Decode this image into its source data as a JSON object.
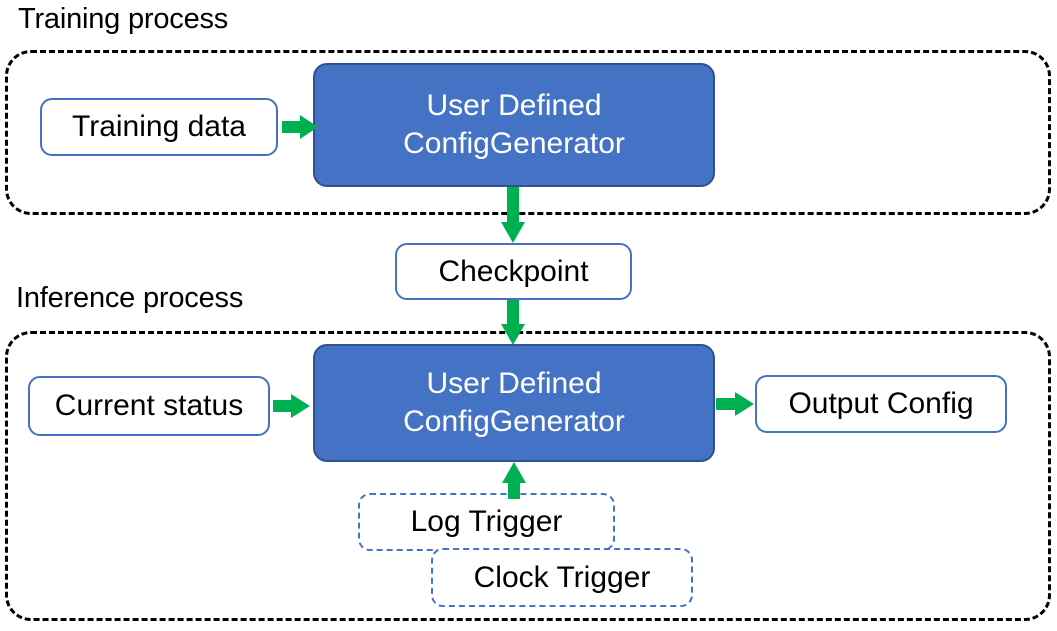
{
  "diagram": {
    "title_training": "Training process",
    "title_inference": "Inference process",
    "colors": {
      "process_fill": "#4472C4",
      "process_stroke": "#2F528F",
      "node_stroke": "#4472C4",
      "container_stroke": "#000000",
      "arrow": "#00B050",
      "text_dark": "#000000",
      "text_light": "#FFFFFF",
      "background": "#FFFFFF"
    }
  },
  "training_section": {
    "label": "Training process",
    "nodes": {
      "input": "Training data",
      "process_line1": "User Defined",
      "process_line2": "ConfigGenerator"
    }
  },
  "bridge": {
    "checkpoint": "Checkpoint"
  },
  "inference_section": {
    "label": "Inference process",
    "nodes": {
      "input": "Current status",
      "process_line1": "User Defined",
      "process_line2": "ConfigGenerator",
      "output": "Output Config",
      "trigger_log": "Log Trigger",
      "trigger_clock": "Clock Trigger"
    }
  },
  "arrows": [
    {
      "name": "training-data-to-process",
      "from": "Training data",
      "to": "User Defined ConfigGenerator",
      "direction": "right"
    },
    {
      "name": "training-process-to-checkpoint",
      "from": "User Defined ConfigGenerator",
      "to": "Checkpoint",
      "direction": "down"
    },
    {
      "name": "checkpoint-to-inference-process",
      "from": "Checkpoint",
      "to": "User Defined ConfigGenerator",
      "direction": "down"
    },
    {
      "name": "current-status-to-process",
      "from": "Current status",
      "to": "User Defined ConfigGenerator",
      "direction": "right"
    },
    {
      "name": "process-to-output-config",
      "from": "User Defined ConfigGenerator",
      "to": "Output Config",
      "direction": "right"
    },
    {
      "name": "triggers-to-process",
      "from": "Log Trigger / Clock Trigger",
      "to": "User Defined ConfigGenerator",
      "direction": "up"
    }
  ]
}
